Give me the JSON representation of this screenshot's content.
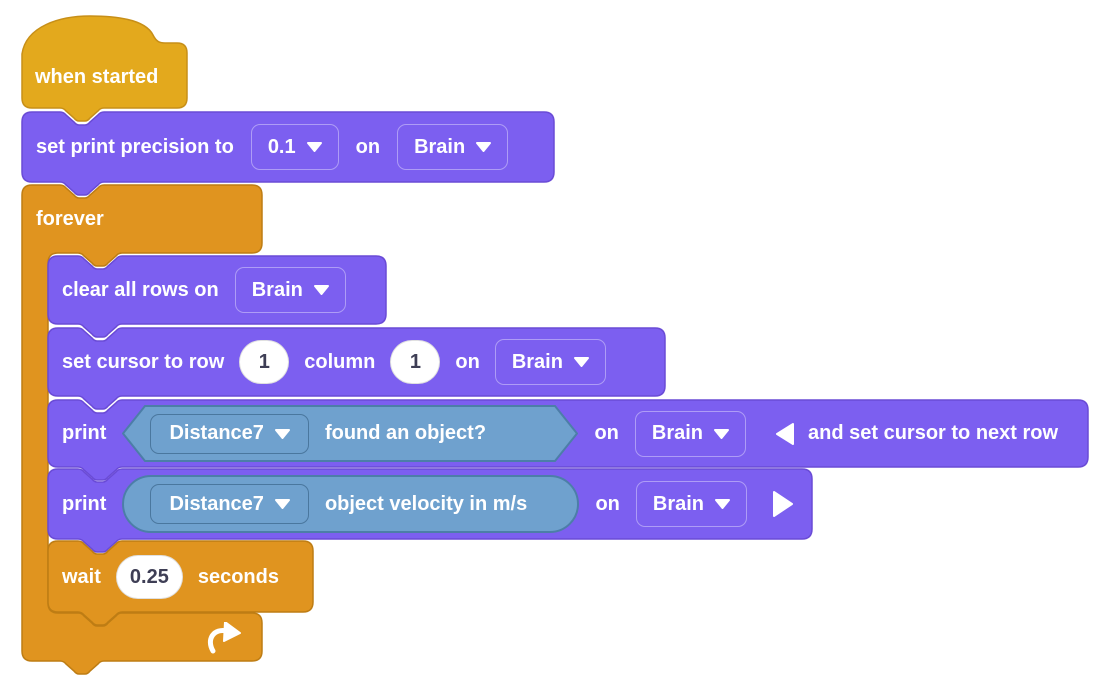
{
  "workspace": {
    "background": "#ffffff"
  },
  "colors": {
    "events_gold": "#E3A91D",
    "control_orange": "#E0941F",
    "looks_purple": "#7C5FF0",
    "sensing_blue": "#6FA1CE",
    "sensing_border": "#4C7EA8",
    "block_text": "#FFFFFF",
    "input_text": "#3E3E55",
    "input_background": "#FFFFFF"
  },
  "blocks": {
    "when_started": {
      "label": "when started"
    },
    "set_print_precision": {
      "label": "set print precision to",
      "precision": {
        "value": "0.1"
      },
      "on_label": "on",
      "device": {
        "value": "Brain"
      }
    },
    "forever": {
      "label": "forever"
    },
    "clear_all_rows": {
      "label": "clear all rows on",
      "device": {
        "value": "Brain"
      }
    },
    "set_cursor": {
      "row_label": "set cursor to row",
      "row": {
        "value": "1"
      },
      "column_label": "column",
      "column": {
        "value": "1"
      },
      "on_label": "on",
      "device": {
        "value": "Brain"
      }
    },
    "print_found_object": {
      "print_label": "print",
      "sensor": {
        "value": "Distance7"
      },
      "condition_label": "found an object?",
      "on_label": "on",
      "device": {
        "value": "Brain"
      },
      "collapse_suffix_label": "and set cursor to next row"
    },
    "print_object_velocity": {
      "print_label": "print",
      "sensor": {
        "value": "Distance7"
      },
      "reporter_label": "object velocity in m/s",
      "on_label": "on",
      "device": {
        "value": "Brain"
      }
    },
    "wait": {
      "label": "wait",
      "duration": {
        "value": "0.25"
      },
      "unit_label": "seconds"
    }
  }
}
